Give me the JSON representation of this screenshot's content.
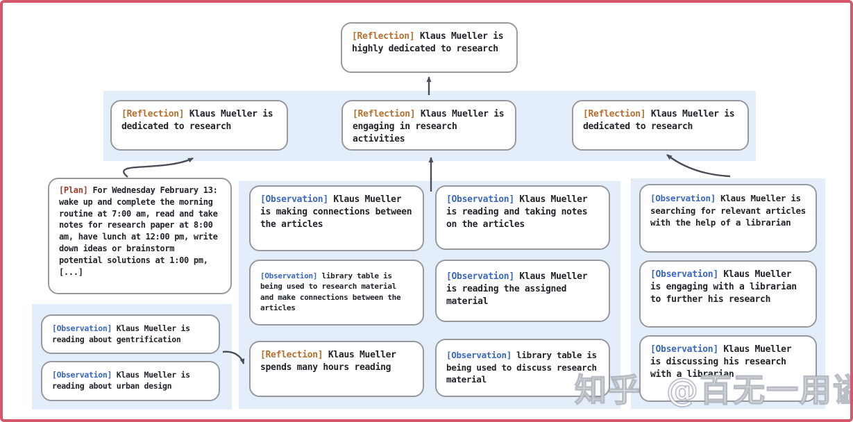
{
  "palette": {
    "frame": "#d5586a",
    "band": "#e4eefb",
    "boxborder": "#97999e",
    "textc": "#1f2328",
    "reflection": "#b5702f",
    "plan": "#9a3a30",
    "observation": "#3a66c6",
    "arrow": "#4a4f57"
  },
  "nodes": {
    "top": {
      "tag": "[Reflection]",
      "text": "Klaus Mueller is highly dedicated to research"
    },
    "row2a": {
      "tag": "[Reflection]",
      "text": "Klaus Mueller is dedicated to research"
    },
    "row2b": {
      "tag": "[Reflection]",
      "text": "Klaus Mueller is engaging in research activities"
    },
    "row2c": {
      "tag": "[Reflection]",
      "text": "Klaus Mueller is dedicated to research"
    },
    "plan": {
      "tag": "[Plan]",
      "text": "For Wednesday February 13: wake up and complete the morning routine at 7:00 am, read and take notes for research paper at 8:00 am, have lunch at 12:00 pm, write down ideas or brainstorm potential solutions at 1:00 pm, [...]"
    },
    "left1": {
      "tag": "[Observation]",
      "text": "Klaus Mueller is reading about gentrification"
    },
    "left2": {
      "tag": "[Observation]",
      "text": "Klaus Mueller is reading about urban design"
    },
    "midA1": {
      "tag": "[Observation]",
      "text": "Klaus Mueller is making connections between the articles"
    },
    "midA2": {
      "tag": "[Observation]",
      "text": "library table is being used to research material and make connections between the articles"
    },
    "midA3": {
      "tag": "[Reflection]",
      "text": "Klaus Mueller spends many hours reading"
    },
    "midB1": {
      "tag": "[Observation]",
      "text": "Klaus Mueller is reading and taking notes on the articles"
    },
    "midB2": {
      "tag": "[Observation]",
      "text": "Klaus Mueller is reading the assigned material"
    },
    "midB3": {
      "tag": "[Observation]",
      "text": "library table is being used to discuss research material"
    },
    "right1": {
      "tag": "[Observation]",
      "text": "Klaus Mueller is searching for relevant articles with the help of a librarian"
    },
    "right2": {
      "tag": "[Observation]",
      "text": "Klaus Mueller is engaging with a librarian to further his research"
    },
    "right3": {
      "tag": "[Observation]",
      "text": "Klaus Mueller is discussing his research with a librarian"
    }
  },
  "watermark": {
    "text": "知乎  @百无一用谥书生"
  }
}
